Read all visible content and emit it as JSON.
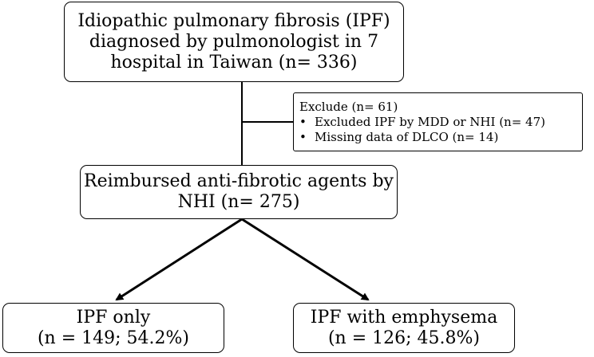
{
  "nodes": {
    "top": {
      "lines": [
        "Idiopathic pulmonary fibrosis (IPF)",
        "diagnosed by pulmonologist in 7",
        "hospital in Taiwan (n= 336)"
      ]
    },
    "exclude": {
      "title": "Exclude (n= 61)",
      "items": [
        "Excluded IPF by MDD or NHI (n= 47)",
        "Missing data of DLCO (n= 14)"
      ]
    },
    "middle": {
      "lines": [
        "Reimbursed anti-fibrotic agents by",
        "NHI (n= 275)"
      ]
    },
    "left": {
      "lines": [
        "IPF only",
        "(n = 149; 54.2%)"
      ]
    },
    "right": {
      "lines": [
        "IPF with emphysema",
        "(n = 126; 45.8%)"
      ]
    }
  }
}
